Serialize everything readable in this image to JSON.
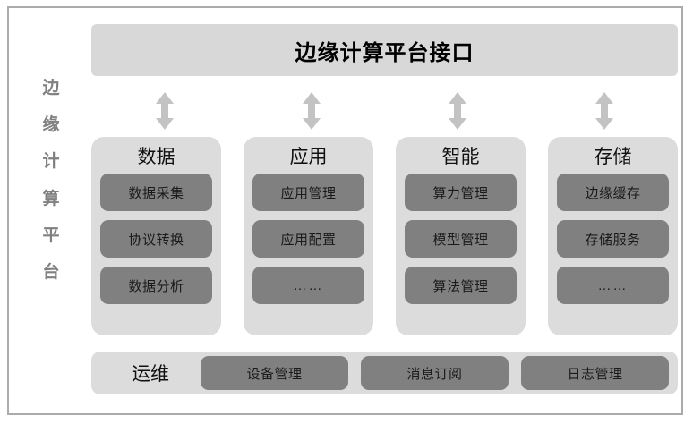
{
  "diagram": {
    "vertical_label": {
      "name": "边缘计算平台",
      "chars": [
        "边",
        "缘",
        "计",
        "算",
        "平",
        "台"
      ]
    },
    "interface_bar": {
      "title": "边缘计算平台接口"
    },
    "connectors": [
      {
        "icon": "double-headed-vertical-arrow"
      },
      {
        "icon": "double-headed-vertical-arrow"
      },
      {
        "icon": "double-headed-vertical-arrow"
      },
      {
        "icon": "double-headed-vertical-arrow"
      }
    ],
    "columns": [
      {
        "title": "数据",
        "items": [
          "数据采集",
          "协议转换",
          "数据分析"
        ]
      },
      {
        "title": "应用",
        "items": [
          "应用管理",
          "应用配置",
          "……"
        ]
      },
      {
        "title": "智能",
        "items": [
          "算力管理",
          "模型管理",
          "算法管理"
        ]
      },
      {
        "title": "存储",
        "items": [
          "边缘缓存",
          "存储服务",
          "……"
        ]
      }
    ],
    "ops_bar": {
      "label": "运维",
      "items": [
        "设备管理",
        "消息订阅",
        "日志管理"
      ]
    },
    "colors": {
      "frame_border": "#ababab",
      "card_light": "#dcdcdc",
      "interface_bar": "#d8d8d8",
      "pill_dark": "#808080",
      "arrow": "#c3c3c3",
      "vertical_label_text": "#808080",
      "text_dark": "#111111",
      "background": "#ffffff"
    }
  }
}
